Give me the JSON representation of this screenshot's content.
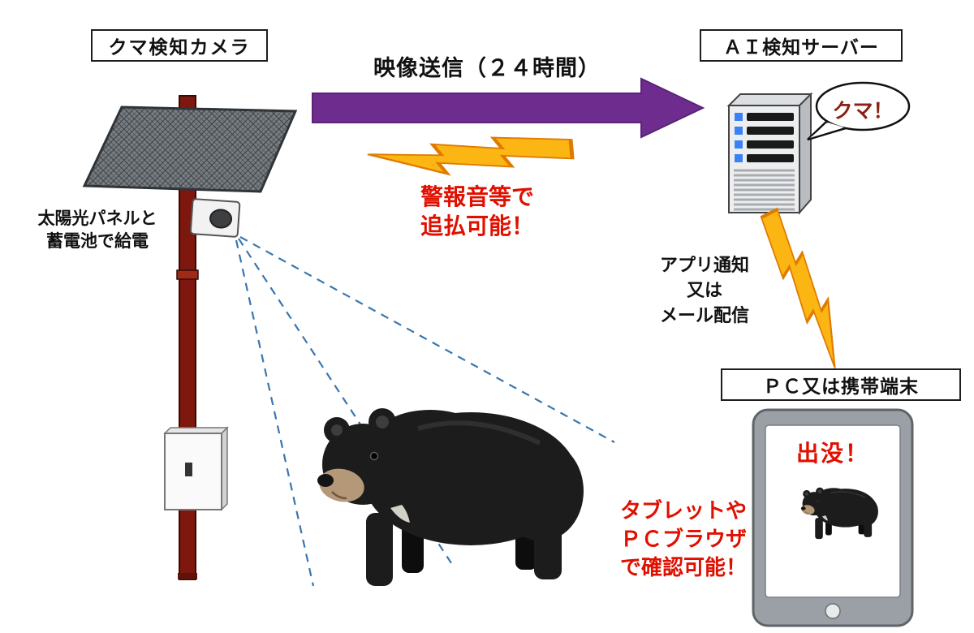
{
  "diagram": {
    "camera_label": "クマ検知カメラ",
    "transmission_label": "映像送信（２４時間）",
    "server_label": "ＡＩ検知サーバー",
    "bubble_text": "クマ！",
    "alarm_lines": [
      "警報音等で",
      "追払可能！"
    ],
    "solar_lines": [
      "太陽光パネルと",
      "蓄電池で給電"
    ],
    "notify_lines": [
      "アプリ通知",
      "又は",
      "メール配信"
    ],
    "pc_label": "ＰＣ又は携帯端末",
    "tablet_alert": "出没！",
    "browser_lines": [
      "タブレットや",
      "ＰＣブラウザ",
      "で確認可能！"
    ]
  },
  "colors": {
    "arrow": "#6e2d8e",
    "lightning": "#fcb614",
    "lightning_edge": "#e07b00",
    "alert_red": "#e01000",
    "pole": "#7e180e",
    "dashed_line": "#3a76b0",
    "panel": "#787d82",
    "tablet_frame": "#9aa0a6"
  }
}
